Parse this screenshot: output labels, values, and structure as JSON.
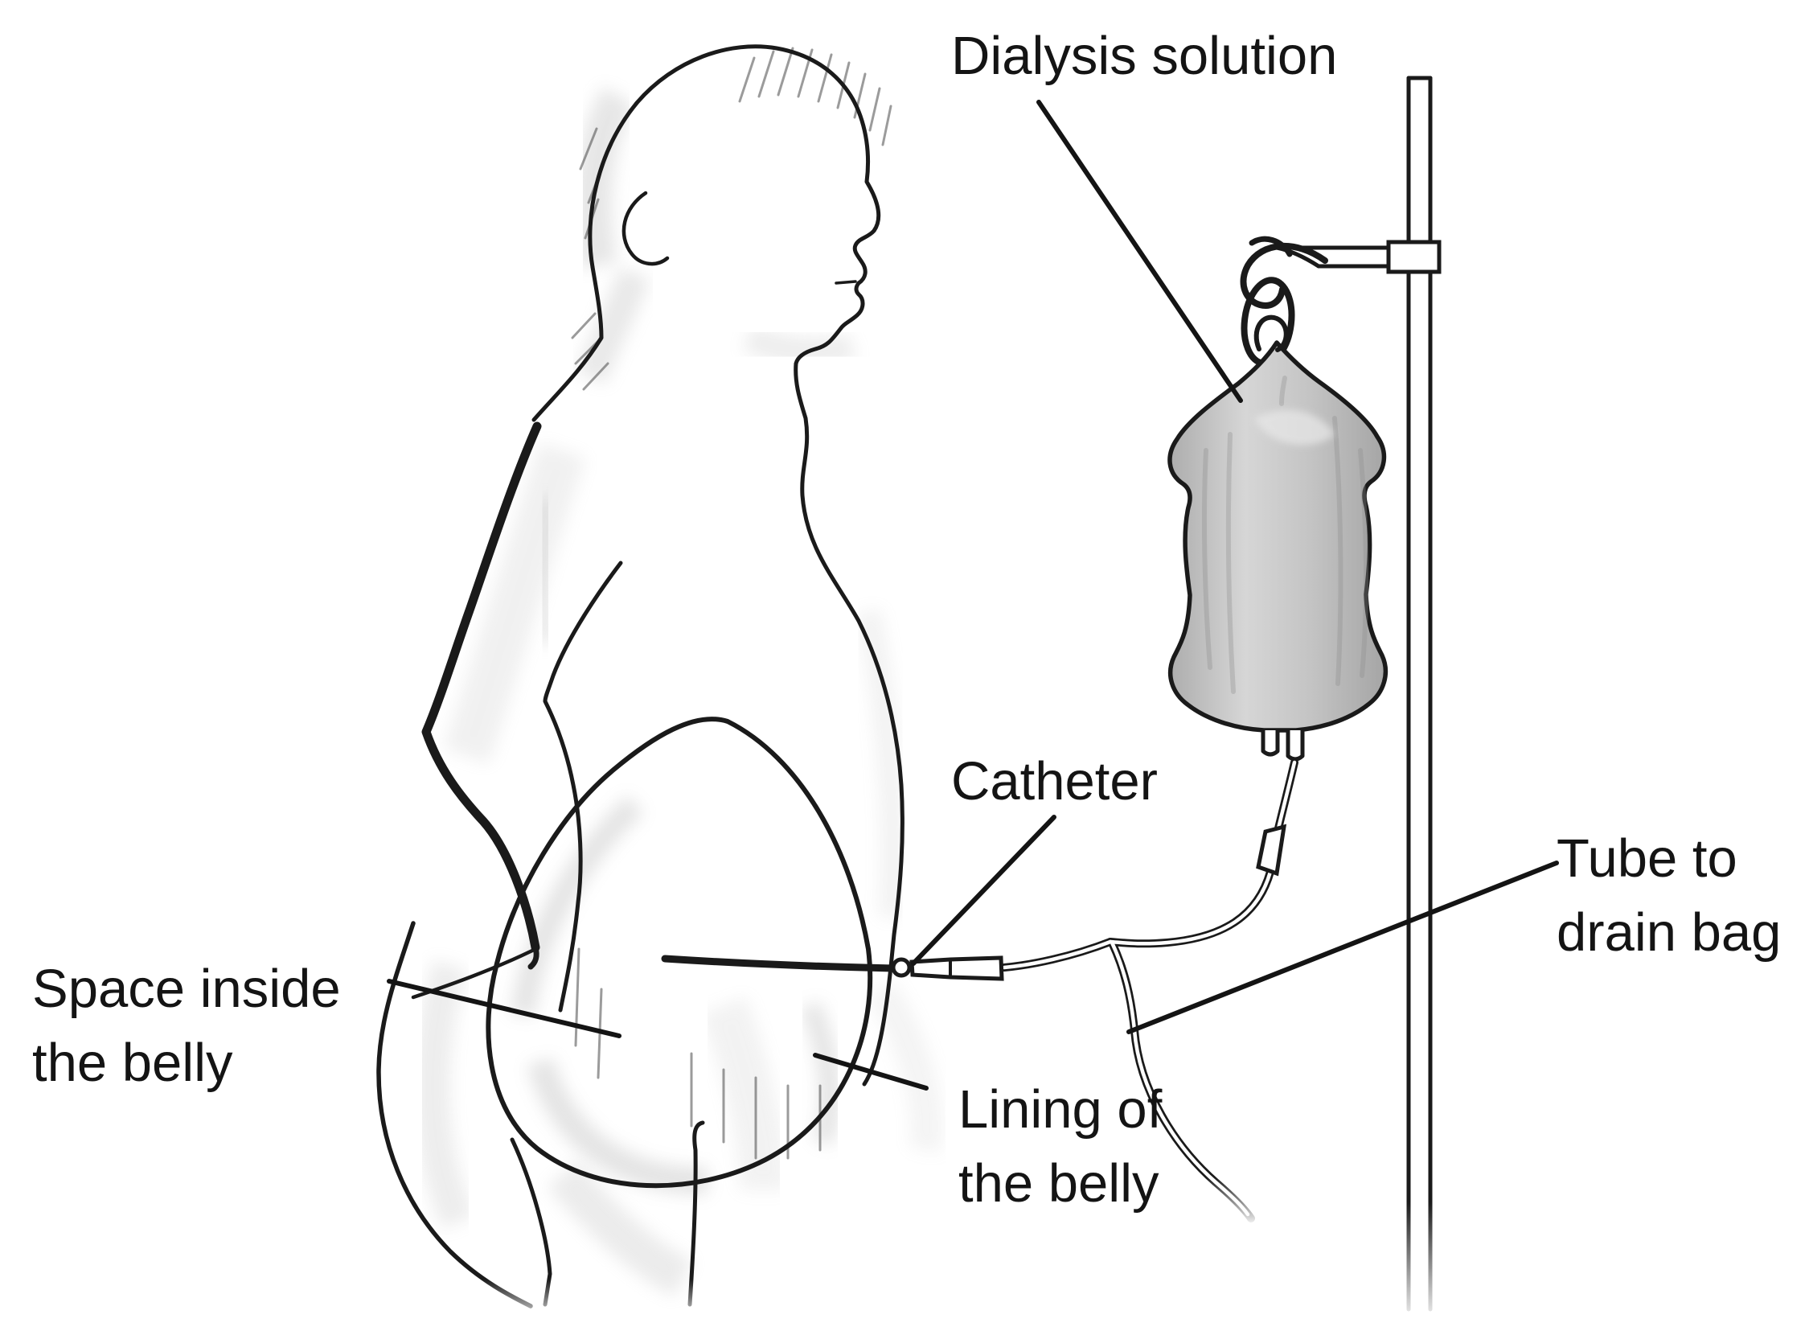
{
  "illustration": {
    "subject": "peritoneal-dialysis-diagram",
    "labels": {
      "dialysis_solution": "Dialysis solution",
      "catheter": "Catheter",
      "tube_to_drain_bag": {
        "line1": "Tube to",
        "line2": "drain bag"
      },
      "space_inside_belly": {
        "line1": "Space inside",
        "line2": "the belly"
      },
      "lining_of_belly": {
        "line1": "Lining of",
        "line2": "the belly"
      }
    },
    "colors": {
      "ink": "#1a1a1a",
      "paper": "#ffffff",
      "shading": "#a8a8a8",
      "bag_fill_light": "#d8d8d8",
      "bag_fill_dark": "#a9a9a9"
    }
  }
}
